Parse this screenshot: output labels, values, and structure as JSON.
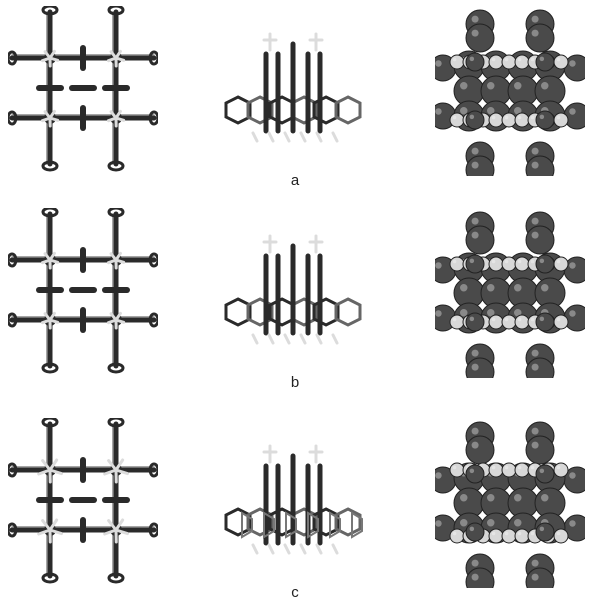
{
  "figure": {
    "rows": [
      {
        "label": "a",
        "variant": "a"
      },
      {
        "label": "b",
        "variant": "b"
      },
      {
        "label": "c",
        "variant": "c"
      }
    ],
    "views": [
      "stick-top-view",
      "stick-side-view",
      "spacefill-top-view"
    ]
  },
  "colors": {
    "stick_dark": "#2a2a2a",
    "stick_light": "#dcdcdc",
    "sphere_dark": "#4a4a4a",
    "sphere_light": "#d8d8d8",
    "label_text": "#222222"
  }
}
